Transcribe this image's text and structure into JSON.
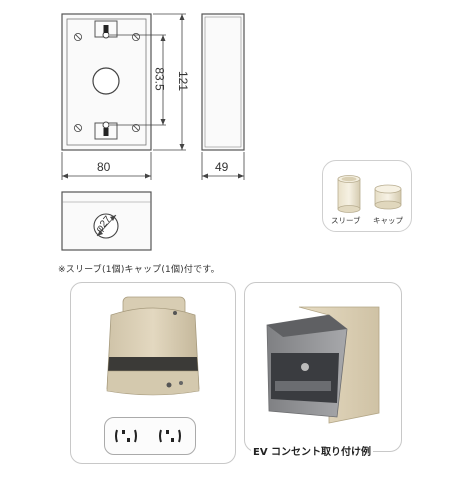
{
  "dimensions": {
    "width_label": "80",
    "depth_label": "49",
    "inner_height_label": "83.5",
    "outer_height_label": "121",
    "hole_label": "φ27"
  },
  "accessories": {
    "sleeve_label": "スリーブ",
    "cap_label": "キャップ"
  },
  "note": "※スリーブ(1個)キャップ(1個)付です。",
  "photos": {
    "ev_caption": "EV コンセント取り付け例"
  }
}
